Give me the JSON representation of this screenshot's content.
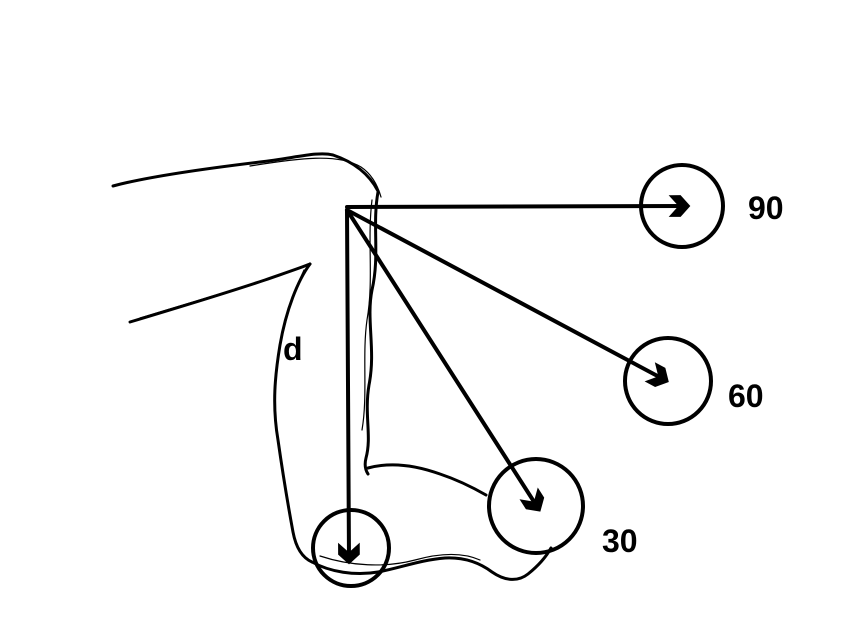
{
  "diagram": {
    "labels": {
      "angle_90": "90",
      "angle_60": "60",
      "angle_30": "30",
      "drop_distance": "d"
    },
    "colors": {
      "ink": "#000000",
      "background": "#ffffff"
    }
  }
}
